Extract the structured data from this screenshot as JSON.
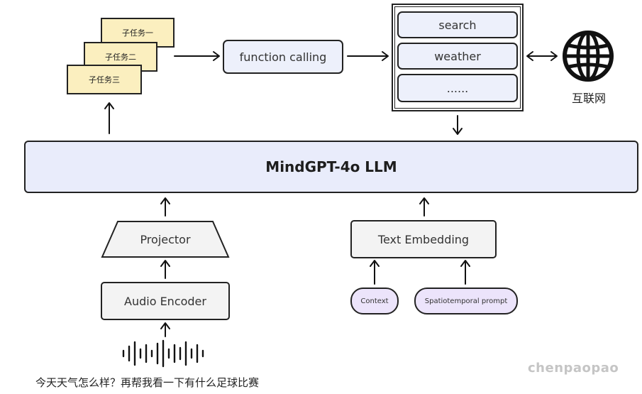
{
  "subtasks": [
    "子任务一",
    "子任务二",
    "子任务三"
  ],
  "function_calling": "function calling",
  "tools": [
    "search",
    "weather",
    "......"
  ],
  "internet_label": "互联网",
  "llm_label": "MindGPT-4o LLM",
  "audio_branch": {
    "projector": "Projector",
    "audio_encoder": "Audio Encoder"
  },
  "text_branch": {
    "text_embedding": "Text Embedding",
    "inputs": [
      "Context",
      "Spatiotemporal prompt"
    ]
  },
  "question": "今天天气怎么样？再帮我看一下有什么足球比赛",
  "watermark": "chenpaopao",
  "icons": {
    "internet": "globe-icon",
    "audio": "waveform-icon"
  }
}
